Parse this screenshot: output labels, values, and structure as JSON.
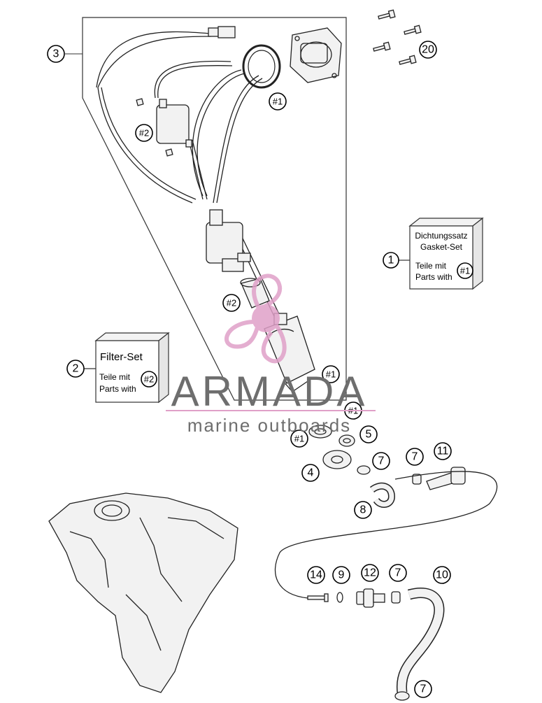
{
  "diagram": {
    "callouts": {
      "c1": "1",
      "c2": "2",
      "c3": "3",
      "c4": "4",
      "c5": "5",
      "c7a": "7",
      "c7b": "7",
      "c7c": "7",
      "c7d": "7",
      "c8": "8",
      "c9": "9",
      "c10": "10",
      "c11": "11",
      "c12": "12",
      "c14": "14",
      "c20": "20",
      "h1a": "#1",
      "h1b": "#1",
      "h1c": "#1",
      "h1d": "#1",
      "h2a": "#2",
      "h2b": "#2"
    },
    "gasket_box": {
      "line1": "Dichtungssatz",
      "line2": "Gasket-Set",
      "line3": "Teile mit",
      "line4": "Parts with",
      "ref": "#1"
    },
    "filter_box": {
      "title": "Filter-Set",
      "line1": "Teile mit",
      "line2": "Parts with",
      "ref": "#2"
    }
  },
  "watermark": {
    "brand": "ARMADA",
    "tagline": "marine outboards",
    "logo_color": "#e0a0c8",
    "text_color": "#6e6e6e"
  }
}
